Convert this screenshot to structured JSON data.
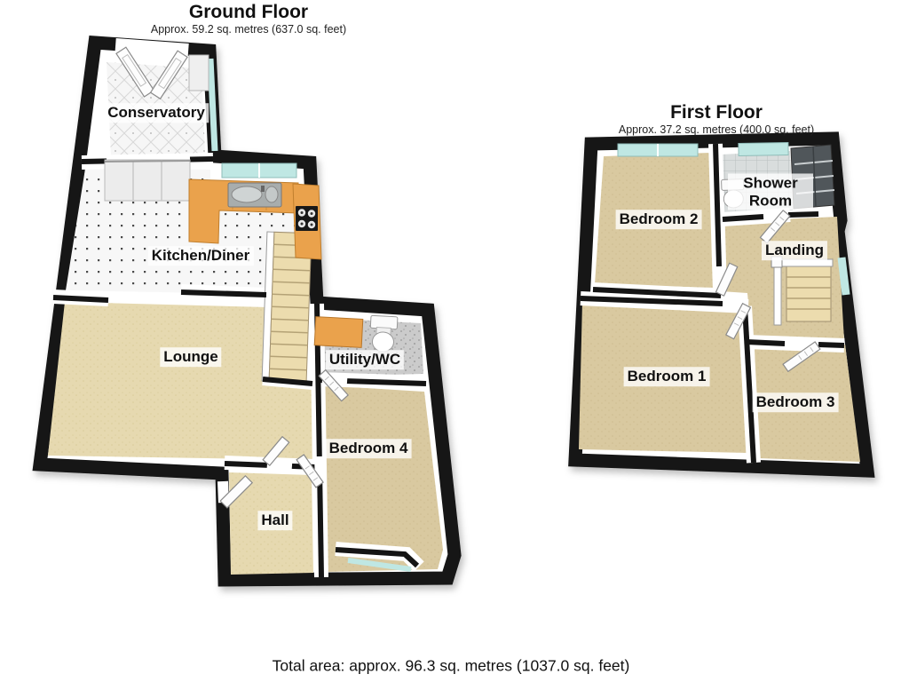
{
  "ground_floor": {
    "title": "Ground Floor",
    "subtitle": "Approx. 59.2 sq. metres (637.0 sq. feet)",
    "rooms": {
      "conservatory": "Conservatory",
      "kitchen_diner": "Kitchen/Diner",
      "lounge": "Lounge",
      "utility_wc": "Utility/WC",
      "bedroom4": "Bedroom 4",
      "hall": "Hall"
    }
  },
  "first_floor": {
    "title": "First Floor",
    "subtitle": "Approx. 37.2 sq. metres (400.0 sq. feet)",
    "rooms": {
      "bedroom2": "Bedroom 2",
      "shower_room": "Shower Room",
      "landing": "Landing",
      "bedroom1": "Bedroom 1",
      "bedroom3": "Bedroom 3"
    }
  },
  "footer": {
    "total_area": "Total area: approx. 96.3 sq. metres (1037.0 sq. feet)"
  },
  "colors": {
    "wall": "#141414",
    "window_glass": "#bfe7e3",
    "kitchen_counter": "#eaa24c",
    "carpet_light": "#e6d9b0",
    "carpet_dark": "#d9c9a0",
    "stairs": "#ecdcae"
  }
}
